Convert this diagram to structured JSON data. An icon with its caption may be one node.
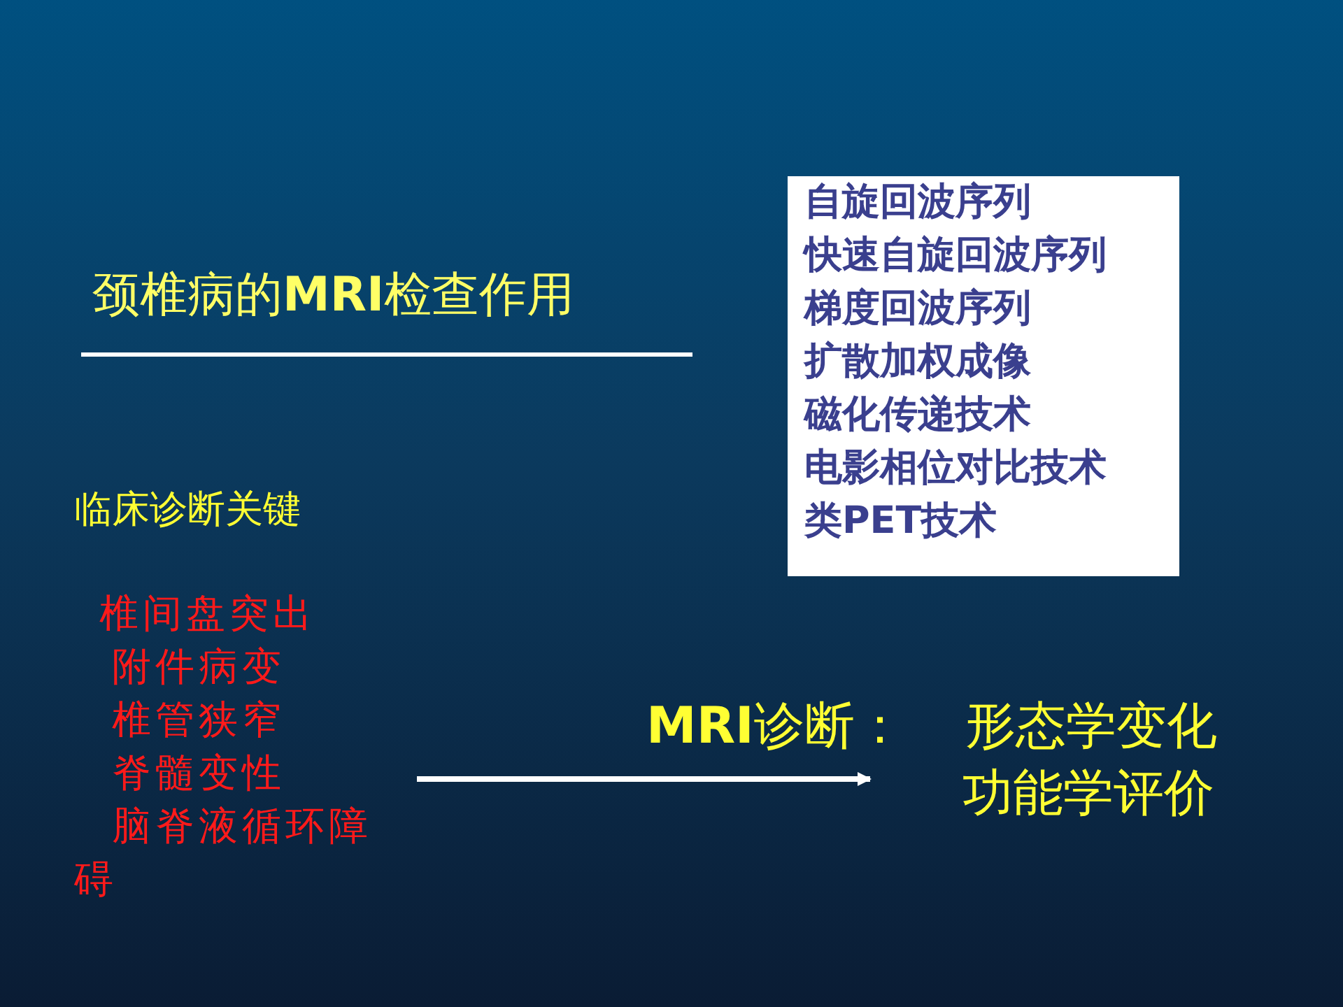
{
  "diagram": {
    "title": "颈椎病的**MRI**检查作用",
    "nodes": [
      {
        "text": [
          "自旋回波序列",
          "快速自旋回波序列",
          "梯度回波序列",
          "扩散加权成像",
          "磁化传递技术",
          "电影相位对比技术",
          "类PET技术"
        ]
      },
      {
        "text": [
          "椎间盘突出",
          "附件病变",
          "椎管狭窄",
          "脊髓变性",
          "脑脊液循环障碍"
        ]
      },
      {
        "text": [
          "**MRI**诊断：",
          "形态学变化",
          "功能学评价"
        ]
      }
    ],
    "edges": [
      {
        "from": 1,
        "to": 2,
        "arrow": "to"
      }
    ],
    "labels": [
      "临床诊断关键"
    ]
  }
}
